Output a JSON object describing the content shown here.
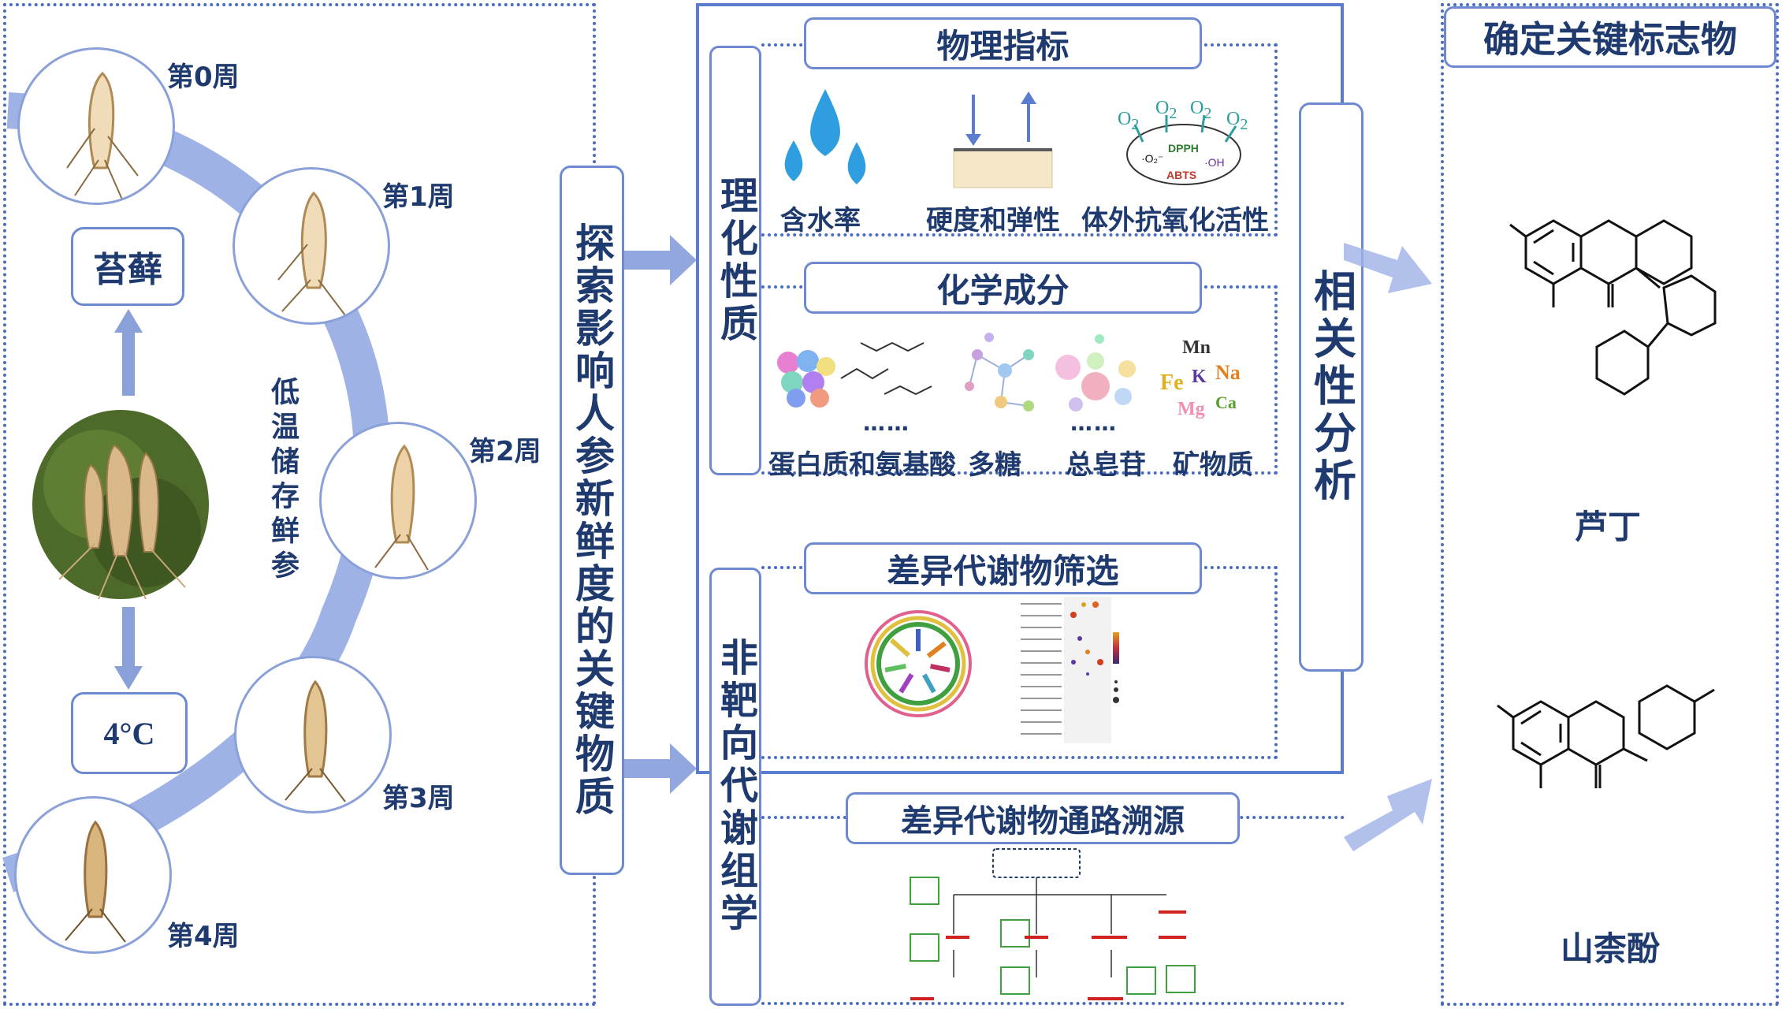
{
  "left": {
    "weeks": [
      "第0周",
      "第1周",
      "第2周",
      "第3周",
      "第4周"
    ],
    "moss_label": "苔藓",
    "storage_label": "低温储存鲜参",
    "temp_label": "4°C"
  },
  "explore_label": "探索影响人参新鲜度的关键物质",
  "center": {
    "physchem_label": "理化性质",
    "physical_title": "物理指标",
    "physical_items": [
      "含水率",
      "硬度和弹性",
      "体外抗氧化活性"
    ],
    "oxidation_terms": {
      "o2": "O",
      "o2_sub": "2",
      "dpph": "DPPH",
      "abts": "ABTS",
      "superoxide": "·O₂⁻",
      "hydroxyl": "·OH"
    },
    "chemical_title": "化学成分",
    "chemical_items": [
      "蛋白质和氨基酸",
      "多糖",
      "总皂苷",
      "矿物质"
    ],
    "ellipsis": "……",
    "minerals": [
      "Mn",
      "Fe",
      "K",
      "Na",
      "Mg",
      "Ca"
    ],
    "metabolomics_label": "非靶向代谢组学",
    "diff_title": "差异代谢物筛选",
    "pathway_title": "差异代谢物通路溯源"
  },
  "correlation_label": "相关性分析",
  "right": {
    "title": "确定关键标志物",
    "compound1": "芦丁",
    "compound2": "山柰酚"
  },
  "colors": {
    "frame": "#4a6cc0",
    "text": "#1f3a6e",
    "arc": "#9fb2e6",
    "arrow": "#7f98d8",
    "water": "#2e9ee0"
  }
}
